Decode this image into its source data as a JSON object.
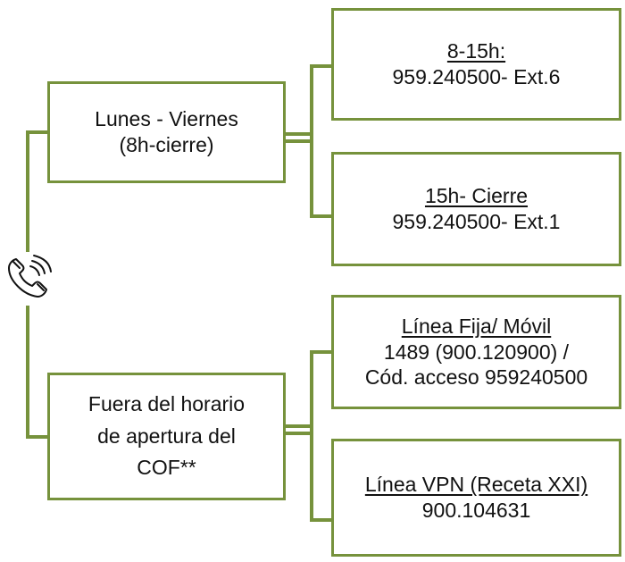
{
  "colors": {
    "border": "#76923c",
    "connector": "#76923c",
    "text": "#111111"
  },
  "phone": {
    "icon": "phone-ringing-icon"
  },
  "weekday": {
    "line1": "Lunes - Viernes",
    "line2": "(8h-cierre)",
    "morning": {
      "title": "8-15h:",
      "phone": "959.240500- Ext.6"
    },
    "afternoon": {
      "title": "15h- Cierre",
      "phone": "959.240500- Ext.1"
    }
  },
  "after_hours": {
    "line1": "Fuera del horario",
    "line2": "de apertura del",
    "line3": "COF**",
    "landline": {
      "title": "Línea Fija/ Móvil",
      "line1": "1489 (900.120900) /",
      "line2": "Cód. acceso 959240500"
    },
    "vpn": {
      "title": "Línea VPN (Receta XXI)",
      "phone": "900.104631"
    }
  }
}
